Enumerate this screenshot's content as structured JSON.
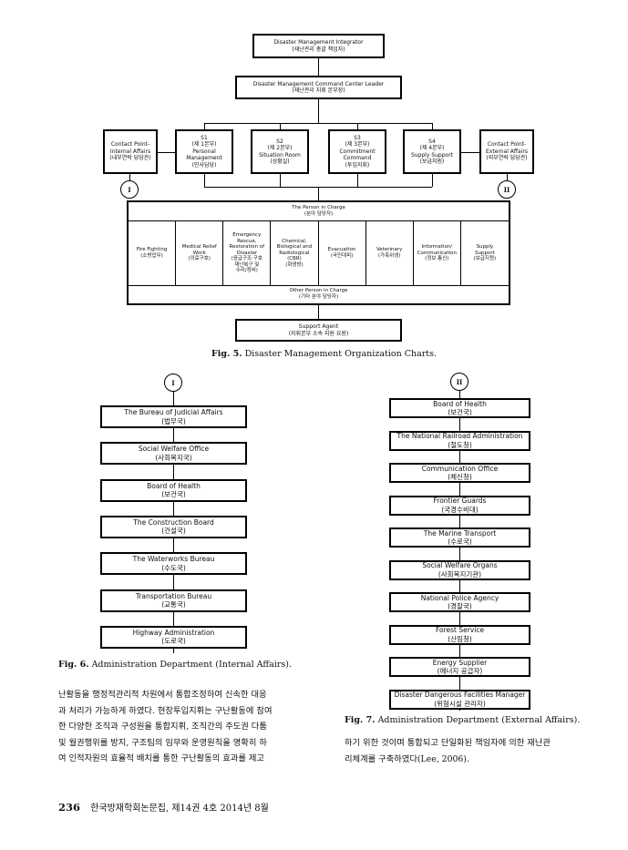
{
  "fig5": {
    "integrator": {
      "en": "Disaster Management Integrator",
      "ko": "(재난관리 총괄 책임자)"
    },
    "leader": {
      "en": "Disaster Management Command Center Leader",
      "ko": "(재난관리 지휘 본부장)"
    },
    "contact_internal": {
      "line1": "Contact Point-",
      "line2": "Internal Affairs",
      "ko": "(내부연락 담당관)"
    },
    "contact_external": {
      "line1": "Contact Point-",
      "line2": "External Affairs",
      "ko": "(외부연락 담당관)"
    },
    "circle_left": "I",
    "circle_right": "II",
    "sections": [
      {
        "code": "S1",
        "code_ko": "(제 1본부)",
        "name": [
          "Personal",
          "Management"
        ],
        "ko": "(인사담당)"
      },
      {
        "code": "S2",
        "code_ko": "(제 2본부)",
        "name": [
          "Situation Room"
        ],
        "ko": "(상황실)"
      },
      {
        "code": "S3",
        "code_ko": "(제 3본부)",
        "name": [
          "Commitment",
          "Command"
        ],
        "ko": "(투입지휘)"
      },
      {
        "code": "S4",
        "code_ko": "(제 4본부)",
        "name": [
          "Supply Support"
        ],
        "ko": "(보급지원)"
      }
    ],
    "person_in_charge": {
      "en": "The Person in Charge",
      "ko": "(분야 담당자)"
    },
    "fields": [
      {
        "lines": [
          "Fire Fighting",
          "(소방업무)"
        ]
      },
      {
        "lines": [
          "Medical Relief",
          "Work",
          "(의료구호)"
        ]
      },
      {
        "lines": [
          "Emergency",
          "Rescue,",
          "Restoration of",
          "Disaster",
          "(응급구조·구호",
          "재난복구 및",
          "수리/정비)"
        ]
      },
      {
        "lines": [
          "Chemical,",
          "Biological and",
          "Radiological",
          "(CBR)",
          "(화생방)"
        ]
      },
      {
        "lines": [
          "Evacuation",
          "(국민대피)"
        ]
      },
      {
        "lines": [
          "Veterinary",
          "(가축위생)"
        ]
      },
      {
        "lines": [
          "Information/",
          "Communication",
          "(정보·통신)"
        ]
      },
      {
        "lines": [
          "Supply",
          "Support",
          "(보급지원)"
        ]
      }
    ],
    "other_person": {
      "en": "Other Person in Charge",
      "ko": "(기타 분야 담당자)"
    },
    "support_agent": {
      "en": "Support Agent",
      "ko": "(지휘본부 소속 지원 요원)"
    },
    "caption_label": "Fig. 5.",
    "caption_text": "Disaster Management Organization Charts."
  },
  "fig6": {
    "circle": "I",
    "items": [
      {
        "en": "The Bureau of Judicial Affairs",
        "ko": "(법무국)"
      },
      {
        "en": "Social Welfare Office",
        "ko": "(사회복지국)"
      },
      {
        "en": "Board of Health",
        "ko": "(보건국)"
      },
      {
        "en": "The Construction Board",
        "ko": "(건설국)"
      },
      {
        "en": "The Waterworks Bureau",
        "ko": "(수도국)"
      },
      {
        "en": "Transportation Bureau",
        "ko": "(교통국)"
      },
      {
        "en": "Highway Administration",
        "ko": "(도로국)"
      }
    ],
    "caption_label": "Fig. 6.",
    "caption_text": "Administration Department (Internal Affairs)."
  },
  "fig7": {
    "circle": "II",
    "items": [
      {
        "en": "Board of Health",
        "ko": "(보건국)"
      },
      {
        "en": "The National Railroad Administration",
        "ko": "(철도청)"
      },
      {
        "en": "Communication Office",
        "ko": "(체신청)"
      },
      {
        "en": "Frontier Guards",
        "ko": "(국경수비대)"
      },
      {
        "en": "The Marine Transport",
        "ko": "(수로국)"
      },
      {
        "en": "Social Welfare Organs",
        "ko": "(사회복지기관)"
      },
      {
        "en": "National Police Agency",
        "ko": "(경찰국)"
      },
      {
        "en": "Forest Service",
        "ko": "(산림청)"
      },
      {
        "en": "Energy Supplier",
        "ko": "(에너지 공급자)"
      },
      {
        "en": "Disaster Dangerous Facilities Manager",
        "ko": "(위험시설 관리자)"
      }
    ],
    "caption_label": "Fig. 7.",
    "caption_text": "Administration Department (External Affairs)."
  },
  "body_left": [
    "난활동을 행정적관리적 차원에서 통합조정하여 신속한 대응",
    "과 처리가 가능하게 하였다. 현장투입지휘는 구난활동에 참여",
    "한 다양한 조직과 구성원을 통합지휘, 조직간의 주도권 다툼",
    "및 월권행위를 방지, 구조팀의 임무와 운영원칙을 명확히 하",
    "여 인적자원의 효율적 배치를 통한 구난활동의 효과를 제고"
  ],
  "body_right": [
    "하기 위한 것이며 통합되고 단일화된 책임자에 의한 재난관",
    "리체계를 구축하였다(Lee, 2006)."
  ],
  "footer": {
    "page": "236",
    "journal": "한국방재학회논문집, 제14권 4호 2014년 8월"
  }
}
